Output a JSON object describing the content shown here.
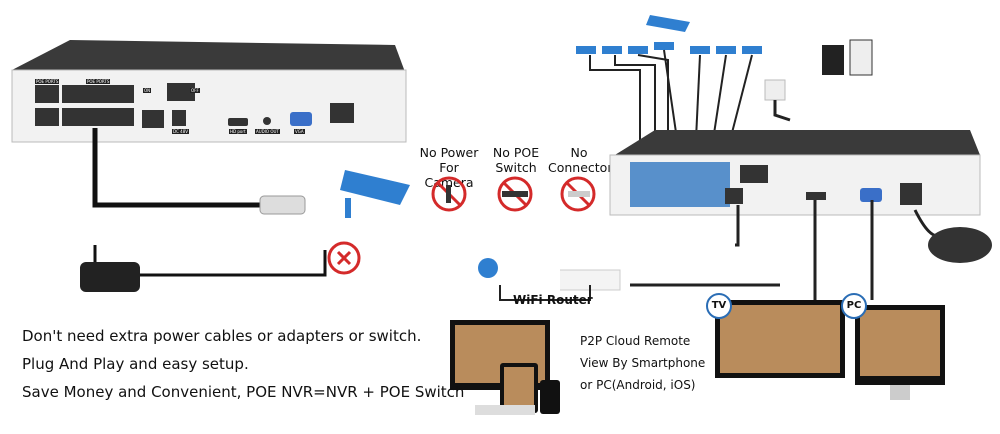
{
  "left_nvr": {
    "port_labels": [
      "POE PORTS",
      "POE PORTS"
    ],
    "switch_on": "ON",
    "switch_off": "OFF",
    "dc_label": "DC 48V",
    "hd_label": "HD port",
    "audio_label": "AUDIO OUT",
    "vga_label": "VGA"
  },
  "not_needed": [
    {
      "label_line1": "No Power",
      "label_line2": "For Camera",
      "icon": "no-power-adapter-icon"
    },
    {
      "label_line1": "No POE",
      "label_line2": "Switch",
      "icon": "no-poe-switch-icon"
    },
    {
      "label_line1": "No",
      "label_line2": "Connector",
      "icon": "no-connector-icon"
    }
  ],
  "router_label": "WiFi Router",
  "p2p_lines": [
    "P2P Cloud Remote",
    "View By Smartphone",
    "or PC(Android, iOS)"
  ],
  "badges": {
    "tv": "TV",
    "pc": "PC"
  },
  "features": [
    "Don't need extra power cables or adapters or switch.",
    "Plug And Play and easy setup.",
    "Save Money and Convenient, POE NVR=NVR + POE Switch"
  ],
  "colors": {
    "camera_blue": "#2f7fd0",
    "prohibit_red": "#d42a2a",
    "nvr_body": "#3a3a3a",
    "panel": "#f2f2f2",
    "port_highlight": "#3d7fc4"
  }
}
